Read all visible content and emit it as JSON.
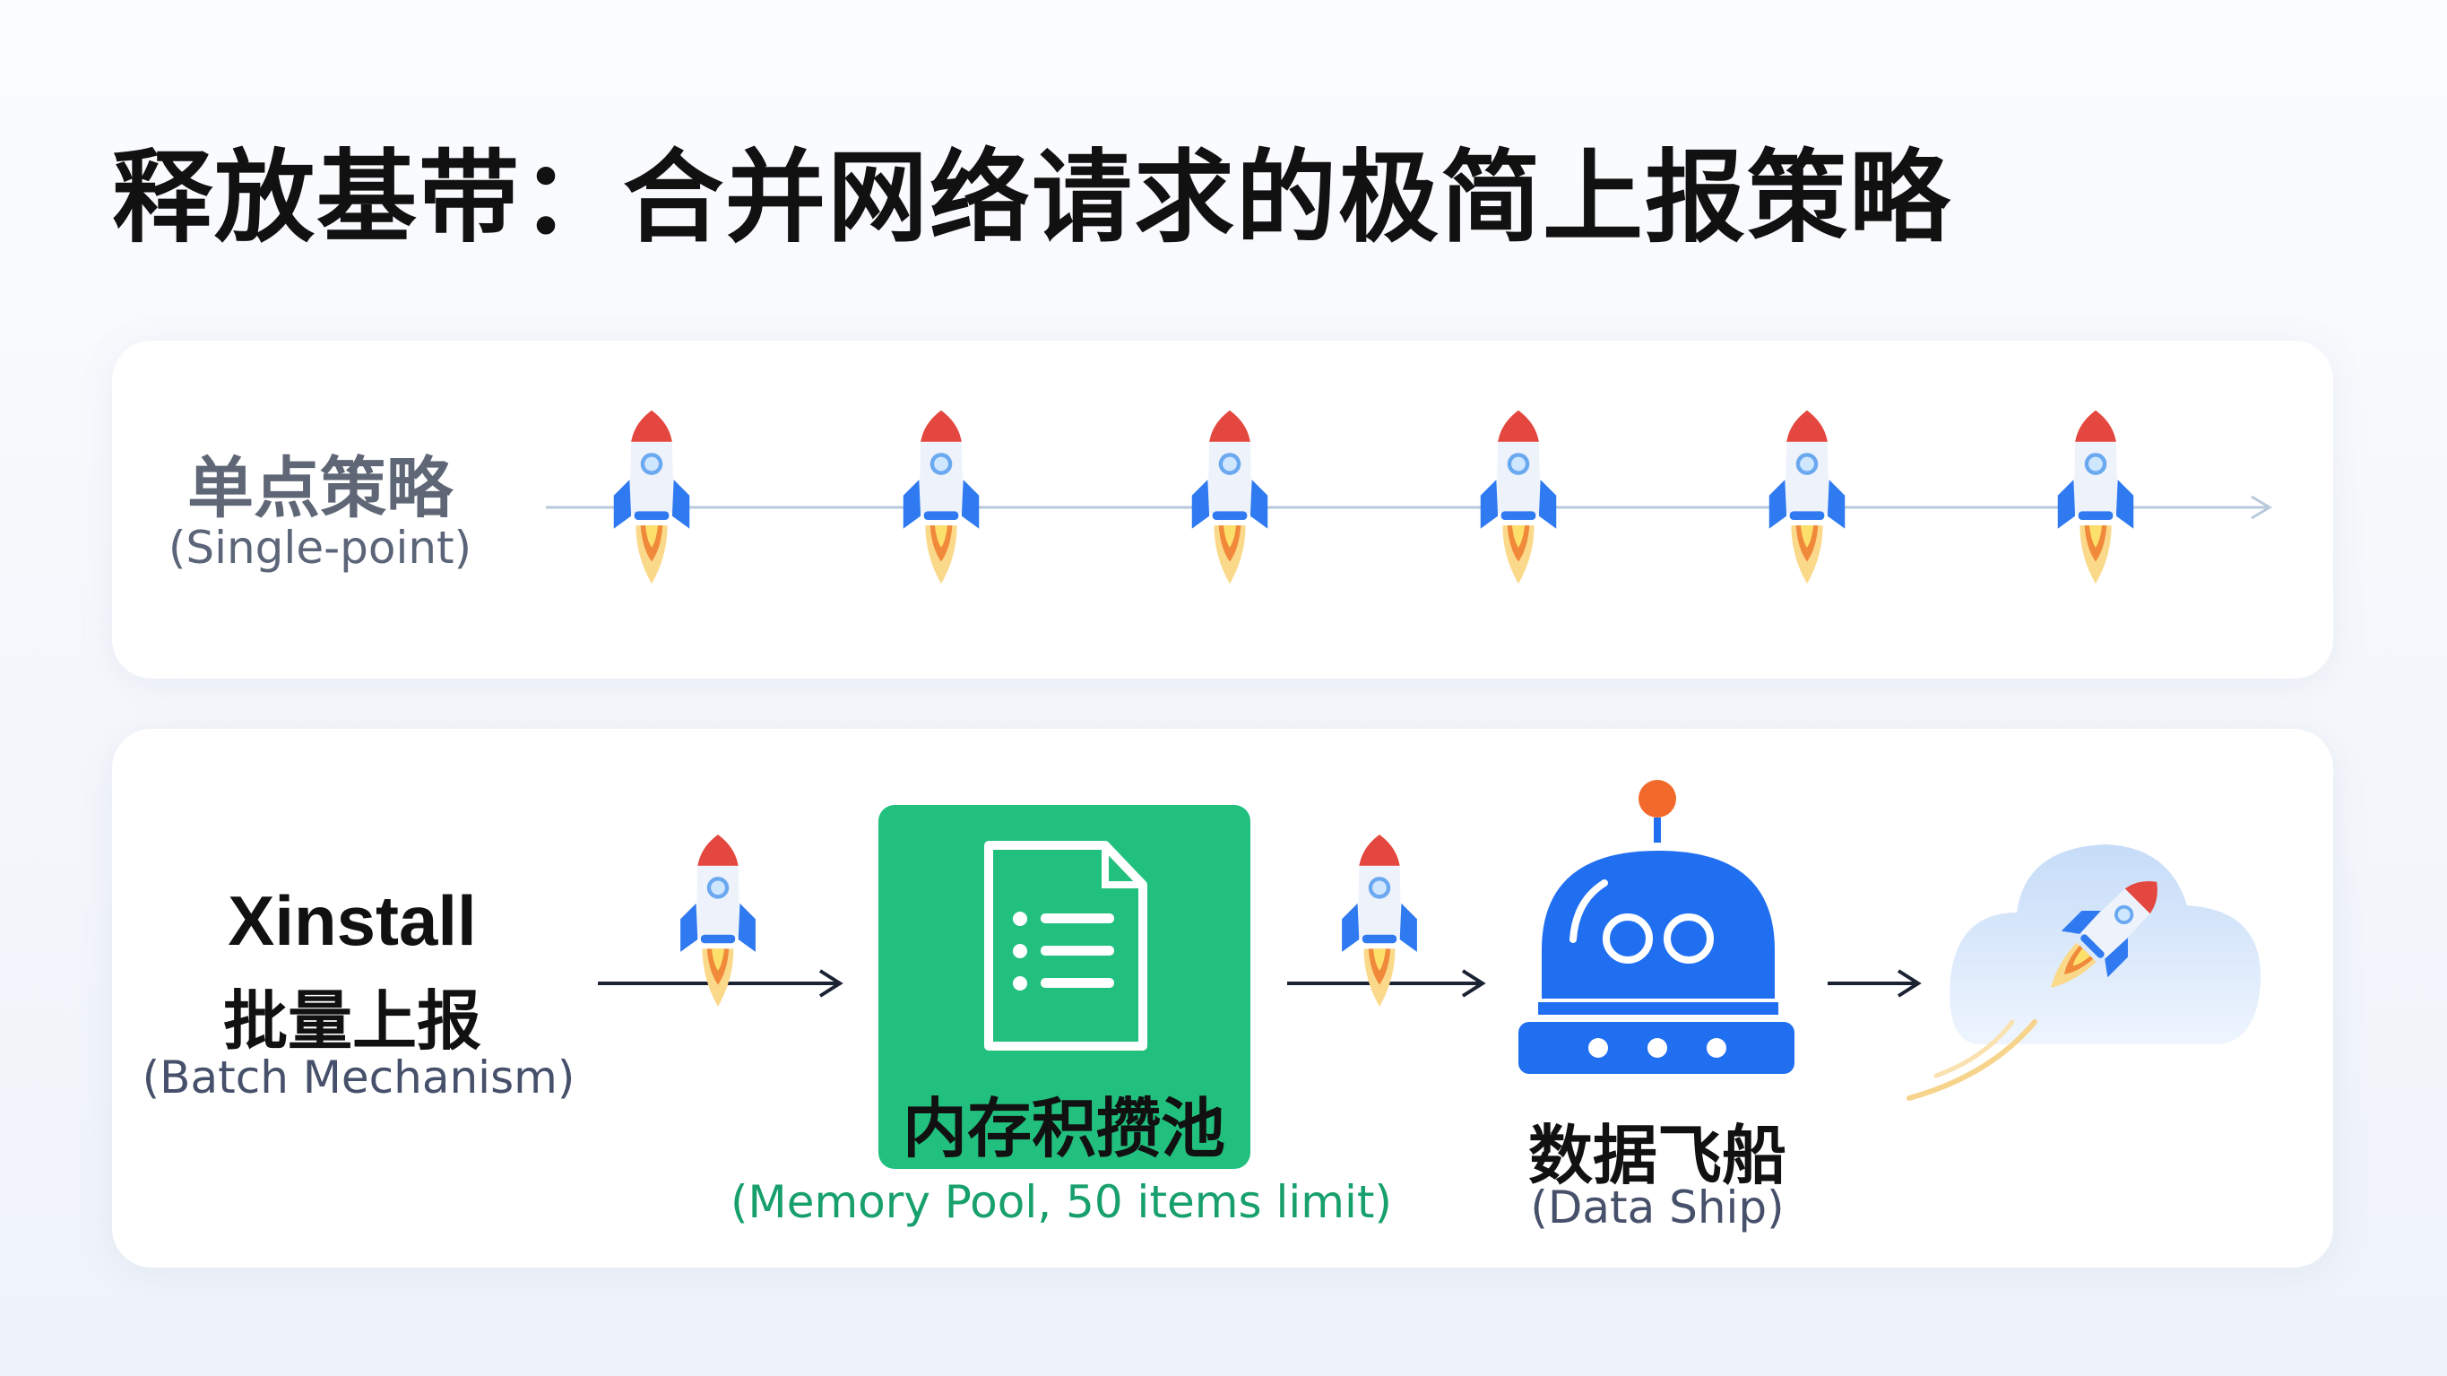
{
  "title": "释放基带：合并网络请求的极简上报策略",
  "single_point": {
    "label_cn": "单点策略",
    "label_en": "(Single-point)",
    "rocket_count": 6
  },
  "batch": {
    "label_name": "Xinstall",
    "label_cn": "批量上报",
    "label_en": "(Batch Mechanism)",
    "memory_pool": {
      "label_cn": "内存积攒池",
      "label_en": "(Memory Pool, 50 items limit)"
    },
    "data_ship": {
      "label_cn": "数据飞船",
      "label_en": "(Data Ship)"
    }
  },
  "colors": {
    "pool_green": "#22c07f",
    "pool_text": "#17a06c",
    "ship_blue": "#1f6ff0",
    "rocket_red": "#e4473f",
    "antenna_orange": "#f26a2b"
  }
}
